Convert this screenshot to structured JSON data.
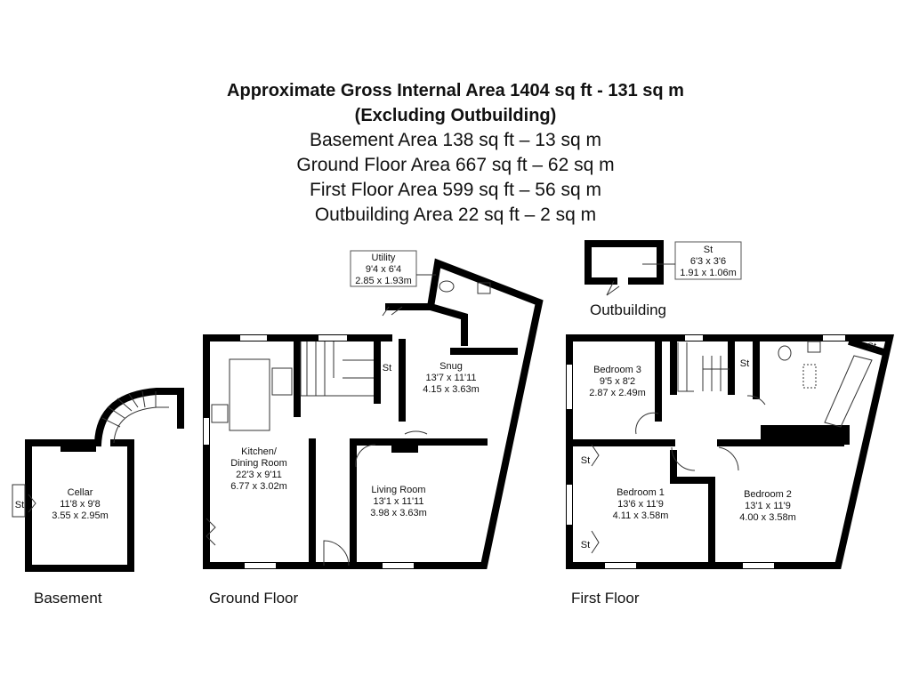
{
  "header": {
    "line1": "Approximate Gross Internal Area 1404 sq ft - 131 sq m",
    "line2": "(Excluding Outbuilding)",
    "line3": "Basement Area 138 sq ft – 13 sq m",
    "line4": "Ground Floor Area 667 sq ft – 62 sq m",
    "line5": "First Floor Area 599 sq ft – 56 sq m",
    "line6": "Outbuilding Area 22 sq ft – 2 sq m"
  },
  "floors": {
    "basement": "Basement",
    "ground": "Ground Floor",
    "first": "First Floor",
    "outbuilding": "Outbuilding"
  },
  "rooms": {
    "cellar": {
      "name": "Cellar",
      "imperial": "11'8 x 9'8",
      "metric": "3.55 x 2.95m"
    },
    "utility": {
      "name": "Utility",
      "imperial": "9'4 x 6'4",
      "metric": "2.85 x 1.93m"
    },
    "kitchen": {
      "name1": "Kitchen/",
      "name2": "Dining Room",
      "imperial": "22'3 x 9'11",
      "metric": "6.77 x 3.02m"
    },
    "snug": {
      "name": "Snug",
      "imperial": "13'7 x 11'11",
      "metric": "4.15 x 3.63m"
    },
    "living": {
      "name": "Living Room",
      "imperial": "13'1 x 11'11",
      "metric": "3.98 x 3.63m"
    },
    "bedroom3": {
      "name": "Bedroom 3",
      "imperial": "9'5 x 8'2",
      "metric": "2.87 x 2.49m"
    },
    "bedroom1": {
      "name": "Bedroom 1",
      "imperial": "13'6 x 11'9",
      "metric": "4.11 x 3.58m"
    },
    "bedroom2": {
      "name": "Bedroom 2",
      "imperial": "13'1 x 11'9",
      "metric": "4.00 x 3.58m"
    },
    "outbuilding_store": {
      "name": "St",
      "imperial": "6'3 x 3'6",
      "metric": "1.91 x 1.06m"
    },
    "store": "St"
  }
}
